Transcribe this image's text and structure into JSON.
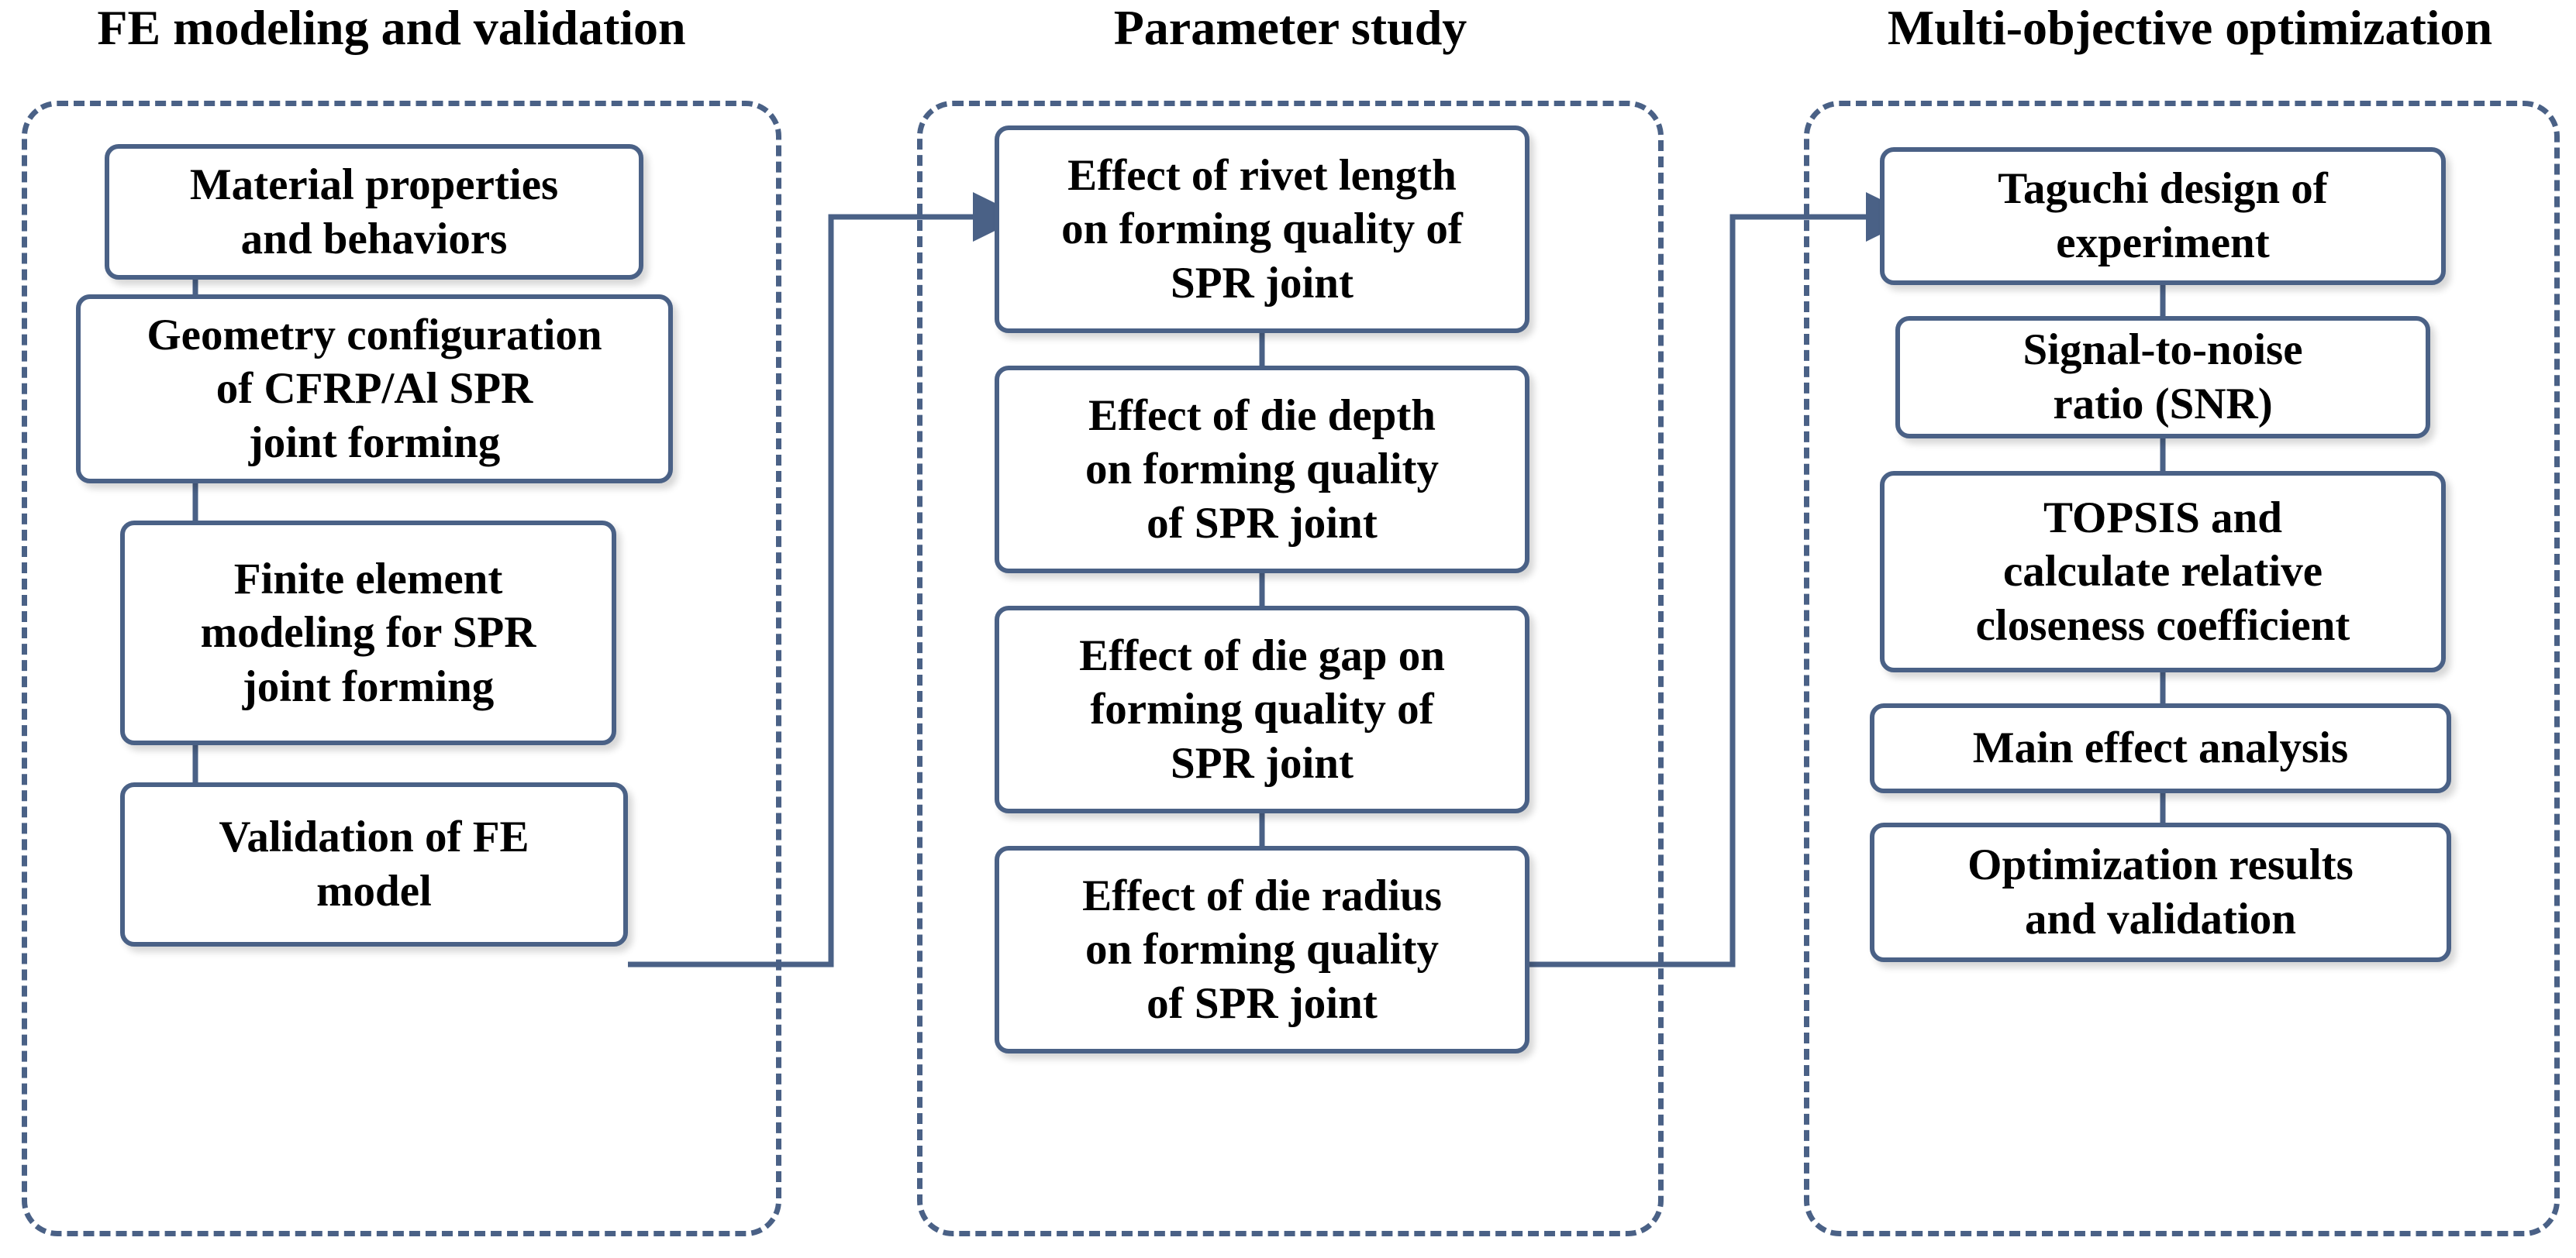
{
  "diagram": {
    "title_accent_color": "#4a6186",
    "box_border_color": "#4a6186",
    "text_color": "#000000",
    "background_color": "#ffffff"
  },
  "stages": [
    {
      "heading": "FE modeling and validation",
      "nodes": [
        {
          "label": "Material properties\nand behaviors"
        },
        {
          "label": "Geometry configuration\nof CFRP/Al SPR\njoint forming"
        },
        {
          "label": "Finite element\nmodeling for SPR\njoint forming"
        },
        {
          "label": "Validation of FE\nmodel"
        }
      ]
    },
    {
      "heading": "Parameter study",
      "nodes": [
        {
          "label": "Effect of rivet length\non forming quality of\nSPR joint"
        },
        {
          "label": "Effect of die depth\non forming quality\nof SPR joint"
        },
        {
          "label": "Effect of die gap on\nforming quality of\nSPR joint"
        },
        {
          "label": "Effect of die radius\non forming quality\nof SPR joint"
        }
      ]
    },
    {
      "heading": "Multi-objective optimization",
      "nodes": [
        {
          "label": "Taguchi design of\nexperiment"
        },
        {
          "label": "Signal-to-noise\nratio (SNR)"
        },
        {
          "label": "TOPSIS and\ncalculate relative\ncloseness coefficient"
        },
        {
          "label": "Main effect analysis"
        },
        {
          "label": "Optimization results\nand validation"
        }
      ]
    }
  ]
}
